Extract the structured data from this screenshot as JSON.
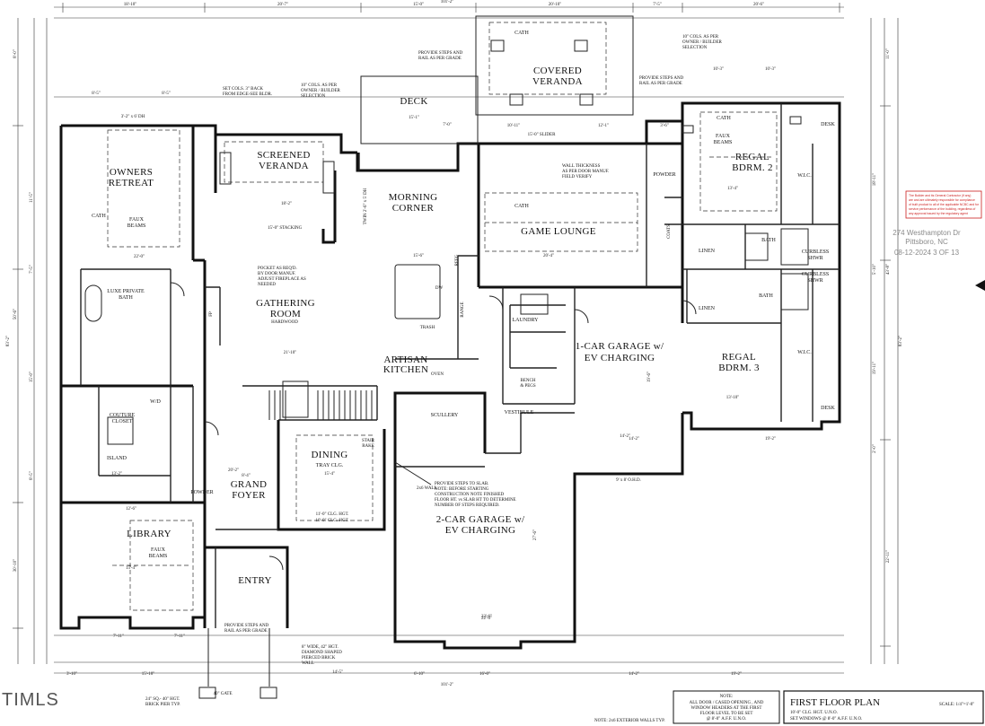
{
  "rooms": {
    "owners_retreat": [
      "OWNERS",
      "RETREAT"
    ],
    "screened_veranda": [
      "SCREENED",
      "VERANDA"
    ],
    "deck": "DECK",
    "covered_veranda": [
      "COVERED",
      "VERANDA"
    ],
    "morning_corner": [
      "MORNING",
      "CORNER"
    ],
    "game_lounge": "GAME LOUNGE",
    "regal_bdrm2": [
      "REGAL",
      "BDRM. 2"
    ],
    "gathering_room": [
      "GATHERING",
      "ROOM"
    ],
    "artisan_kitchen": [
      "ARTISAN",
      "KITCHEN"
    ],
    "one_car_garage": [
      "1-CAR GARAGE w/",
      "EV CHARGING"
    ],
    "regal_bdrm3": [
      "REGAL",
      "BDRM. 3"
    ],
    "dining": "DINING",
    "grand_foyer": [
      "GRAND",
      "FOYER"
    ],
    "two_car_garage": [
      "2-CAR GARAGE w/",
      "EV CHARGING"
    ],
    "library": "LIBRARY",
    "entry": "ENTRY"
  },
  "minor_labels": {
    "luxe_bath": [
      "LUXE PRIVATE",
      "BATH"
    ],
    "couture_closet": [
      "COUTURE",
      "CLOSET"
    ],
    "island": "ISLAND",
    "laundry": "LAUNDRY",
    "vestibule": "VESTIBULE",
    "scullery": "SCULLERY",
    "powder_1": "POWDER",
    "powder_2": "POWDER",
    "bath_1": "BATH",
    "bath_2": "BATH",
    "linen_1": "LINEN",
    "linen_2": "LINEN",
    "wic_1": "W.I.C.",
    "wic_2": "W.I.C.",
    "curbless_1": [
      "CURBLESS",
      "SHWR"
    ],
    "curbless_2": [
      "CURBLESS",
      "SHWR"
    ],
    "desk_1": "DESK",
    "desk_2": "DESK",
    "cath_1": "CATH",
    "cath_2": "CATH",
    "cath_3": "CATH",
    "cath_4": "CATH",
    "faux_beams_1": [
      "FAUX",
      "BEAMS"
    ],
    "faux_beams_2": [
      "FAUX",
      "BEAMS"
    ],
    "faux_beams_3": [
      "FAUX",
      "BEAMS"
    ],
    "tray_clg": "TRAY CLG.",
    "clg_hgt": [
      "11'-0\" CLG. HGT.",
      "10'-0\" CLG. HGT."
    ],
    "hardwood": "HARDWOOD",
    "stair_rake": [
      "STAIR",
      "RAKE"
    ],
    "bench_pegs": [
      "BENCH",
      "& PEGS"
    ],
    "w_d": "W/D",
    "dw": "DW",
    "trash": "TRASH",
    "range": "RANGE",
    "refg": "REFG",
    "oven": "OVEN",
    "coats": "COATS",
    "fp": "FP",
    "gate": "40\" GATE",
    "double_hung": "3'-2\" x 6' DH",
    "slider": "15'-0\" SLIDER",
    "od_hd": "9' x 8' O.H.D.",
    "twin_dh": "TWIN 2'-6\" x 5' DH"
  },
  "notes": {
    "provide_steps_top": [
      "PROVIDE STEPS AND",
      "RAIL AS PER GRADE"
    ],
    "cols_owner": [
      "10\" COLS. AS PER",
      "OWNER / BUILDER",
      "SELECTION"
    ],
    "provide_steps_right": [
      "PROVIDE STEPS AND",
      "RAIL AS PER GRADE"
    ],
    "set_cols": [
      "SET COLS. 3\" BACK",
      "FROM EDGE-SEE BLDR."
    ],
    "cols_owner_left": [
      "10\" COLS. AS PER",
      "OWNER / BUILDER",
      "SELECTION"
    ],
    "wall_thickness": [
      "WALL THICKNESS",
      "AS PER DOOR MANUF.",
      "FIELD VERIFY"
    ],
    "pocket": [
      "POCKET AS REQ'D.",
      "BY DOOR MANUF.",
      "ADJUST FIREPLACE AS",
      "NEEDED"
    ],
    "stacking": "15'-0\" STACKING",
    "provide_steps_slab": [
      "PROVIDE STEPS TO SLAB.",
      "NOTE: BEFORE STARTING",
      "CONSTRUCTION NOTE FINISHED",
      "FLOOR HT. vs SLAB HT TO DETERMINE",
      "NUMBER OF STEPS REQUIRED."
    ],
    "provide_steps_front": [
      "PROVIDE STEPS AND",
      "RAIL AS PER GRADE"
    ],
    "brick_wall": [
      "8\" WIDE, 42\" HGT.",
      "DIAMOND SHAPED",
      "PIERCED BRICK",
      "WALL"
    ],
    "brick_pier": [
      "24\" SQ.- 40\" HGT.",
      "BRICK PIER TYP."
    ],
    "exterior_walls": "NOTE: 2x6 EXTERIOR WALLS TYP.",
    "wall_2x6": "2x6 WALL"
  },
  "address": {
    "line1": "274 Westhampton Dr",
    "line2": "Pittsboro, NC",
    "line3": "08-12-2024    3 OF 13"
  },
  "red_disclaimer": [
    "The Builder and its General Contractor (if any)",
    "are and are ultimately responsible for compliance",
    "of built product to all of the applicable NCBC and for",
    "service performance of the building, regardless of",
    "any approval issued by the regulatory agent"
  ],
  "title_block": {
    "title": "FIRST FLOOR PLAN",
    "scale": "SCALE: 1/4\"=1'-0\"",
    "line1": "10'-0\" CLG. HGT. U.N.O.",
    "line2": "SET WINDOWS @ 8'-0\" A.F.F. U.N.O."
  },
  "note_block": {
    "heading": "NOTE:",
    "lines": [
      "ALL DOOR / CASED OPENING , AND",
      "WINDOW HEADERS AT THE FIRST",
      "FLOOR LEVEL TO BE SET",
      "@ 8'-0\" A.F.F. U.N.O."
    ]
  },
  "logo": "TIMLS",
  "dimensions": {
    "top": [
      "18'-10\"",
      "20'-7\"",
      "15'-0\"",
      "101'-2\"",
      "20'-10\"",
      "7'-5\"",
      "20'-6\""
    ],
    "top2": [
      "8'-5\"",
      "8'-5\"",
      "15'-1\"",
      "7'-0\"",
      "10'-11\"",
      "12'-1\"",
      "3'-6\"",
      "10'-3\"",
      "10'-3\""
    ],
    "bottom": [
      "7'-11\"",
      "7'-11\"",
      "14'-5\"",
      "22'-6\"",
      "14'-2\"",
      "19'-2\""
    ],
    "bottom2": [
      "3'-10\"",
      "15'-10\"",
      "6'-10\"",
      "16'-0\"",
      "101'-2\"",
      "14'-2\"",
      "19'-2\""
    ],
    "left": [
      "8'-0\"",
      "11'-5\"",
      "7'-5\"",
      "50'-6\"",
      "83'-2\"",
      "15'-0\"",
      "8'-5\"",
      "30'-10\""
    ],
    "right": [
      "11'-0\"",
      "18'-11\"",
      "5'-10\"",
      "43'-8\"",
      "19'-11\"",
      "83'-2\"",
      "22'-11\"",
      "2'-0\""
    ],
    "inner": [
      "22'-0\"",
      "18'-2\"",
      "20'-4\"",
      "13'-4\"",
      "13'-10\"",
      "15'-4\"",
      "13'-2\"",
      "15'-4\"",
      "22'-6\"",
      "21'-10\"",
      "15'-6\"",
      "12'-6\"",
      "27'-6\"",
      "19'-6\"",
      "14'-2\"",
      "20'-2\"",
      "8'-4\""
    ]
  }
}
